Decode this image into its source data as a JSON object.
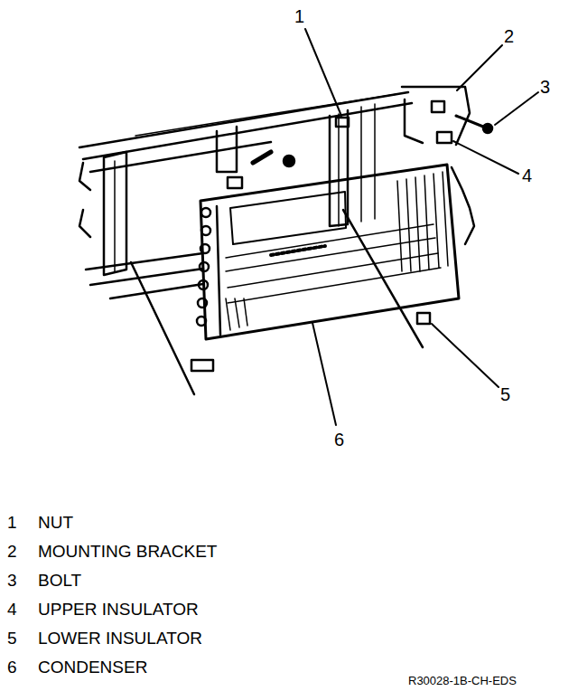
{
  "diagram": {
    "labels": [
      "1",
      "2",
      "3",
      "4",
      "5",
      "6",
      "1",
      "NUT",
      "2",
      "MOUNTING BRACKET",
      "3",
      "BOLT",
      "4",
      "UPPER INSULATOR",
      "5",
      "LOWER INSULATOR",
      "6",
      "CONDENSER",
      "R30028-1B-CH-EDS"
    ]
  }
}
